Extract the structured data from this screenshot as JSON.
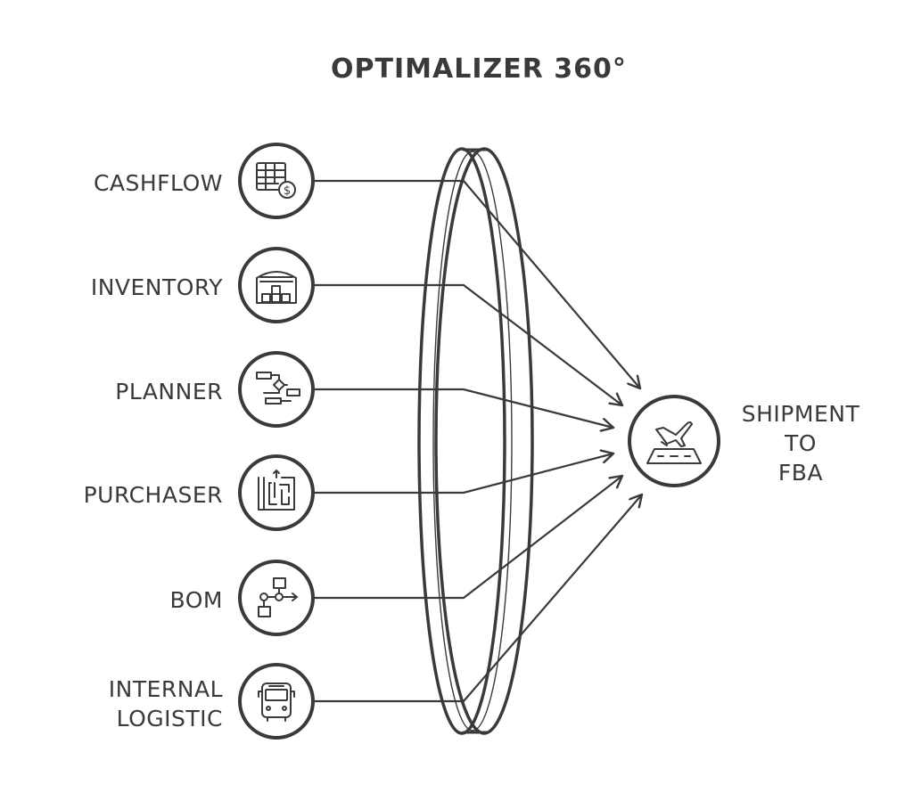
{
  "title": "OPTIMALIZER 360°",
  "inputs": [
    {
      "label_lines": [
        "CASHFLOW"
      ],
      "icon": "spreadsheet-dollar-icon"
    },
    {
      "label_lines": [
        "INVENTORY"
      ],
      "icon": "warehouse-boxes-icon"
    },
    {
      "label_lines": [
        "PLANNER"
      ],
      "icon": "gantt-flow-icon"
    },
    {
      "label_lines": [
        "PURCHASER"
      ],
      "icon": "maze-icon"
    },
    {
      "label_lines": [
        "BOM"
      ],
      "icon": "hierarchy-flow-icon"
    },
    {
      "label_lines": [
        "INTERNAL",
        "LOGISTIC"
      ],
      "icon": "bus-icon"
    }
  ],
  "output": {
    "label_lines": [
      "SHIPMENT",
      "TO",
      "FBA"
    ],
    "icon": "airplane-runway-icon"
  },
  "colors": {
    "stroke": "#3a3a3a",
    "background": "#ffffff"
  }
}
